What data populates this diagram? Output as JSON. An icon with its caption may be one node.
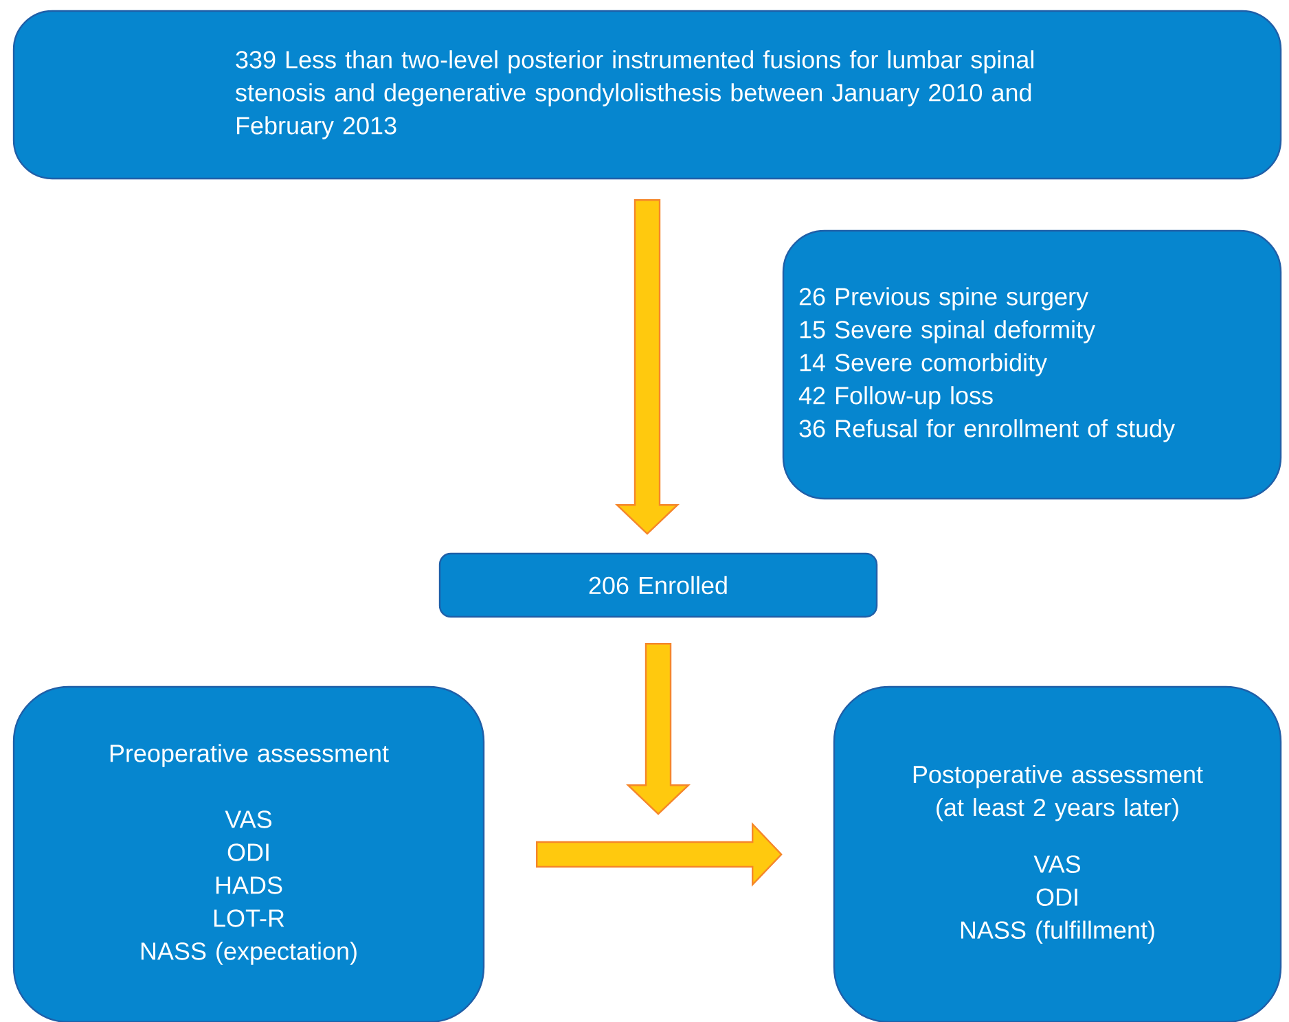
{
  "diagram": {
    "nodes": [
      {
        "text": [
          "339 Less than two-level posterior instrumented fusions for lumbar spinal stenosis and degenerative spondylolisthesis between January 2010 and February 2013"
        ]
      },
      {
        "text": [
          "26 Previous spine surgery",
          "15 Severe spinal deformity",
          "14 Severe comorbidity",
          "42 Follow-up loss",
          "36 Refusal for enrollment of study"
        ]
      },
      {
        "text": [
          "206 Enrolled"
        ]
      },
      {
        "text": [
          "Preoperative assessment",
          "VAS",
          "ODI",
          "HADS",
          "LOT-R",
          "NASS (expectation)"
        ]
      },
      {
        "text": [
          "Postoperative assessment (at least 2 years later)",
          "VAS",
          "ODI",
          "NASS (fulfillment)"
        ]
      }
    ],
    "edges": [
      {
        "from": 0,
        "to": 2,
        "arrow": "to"
      },
      {
        "from": 2,
        "to": null,
        "arrow": "to"
      },
      {
        "from": 3,
        "to": 4,
        "arrow": "to"
      }
    ]
  }
}
